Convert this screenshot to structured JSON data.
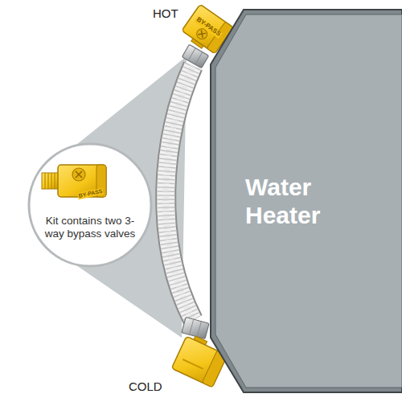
{
  "diagram": {
    "nodes": [
      {
        "text": [
          "Kit contains two 3-way bypass valves"
        ]
      },
      {
        "text": [
          "Water Heater"
        ]
      }
    ],
    "labels": [
      "HOT",
      "COLD",
      "BY-PASS",
      "BY-PASS"
    ]
  }
}
